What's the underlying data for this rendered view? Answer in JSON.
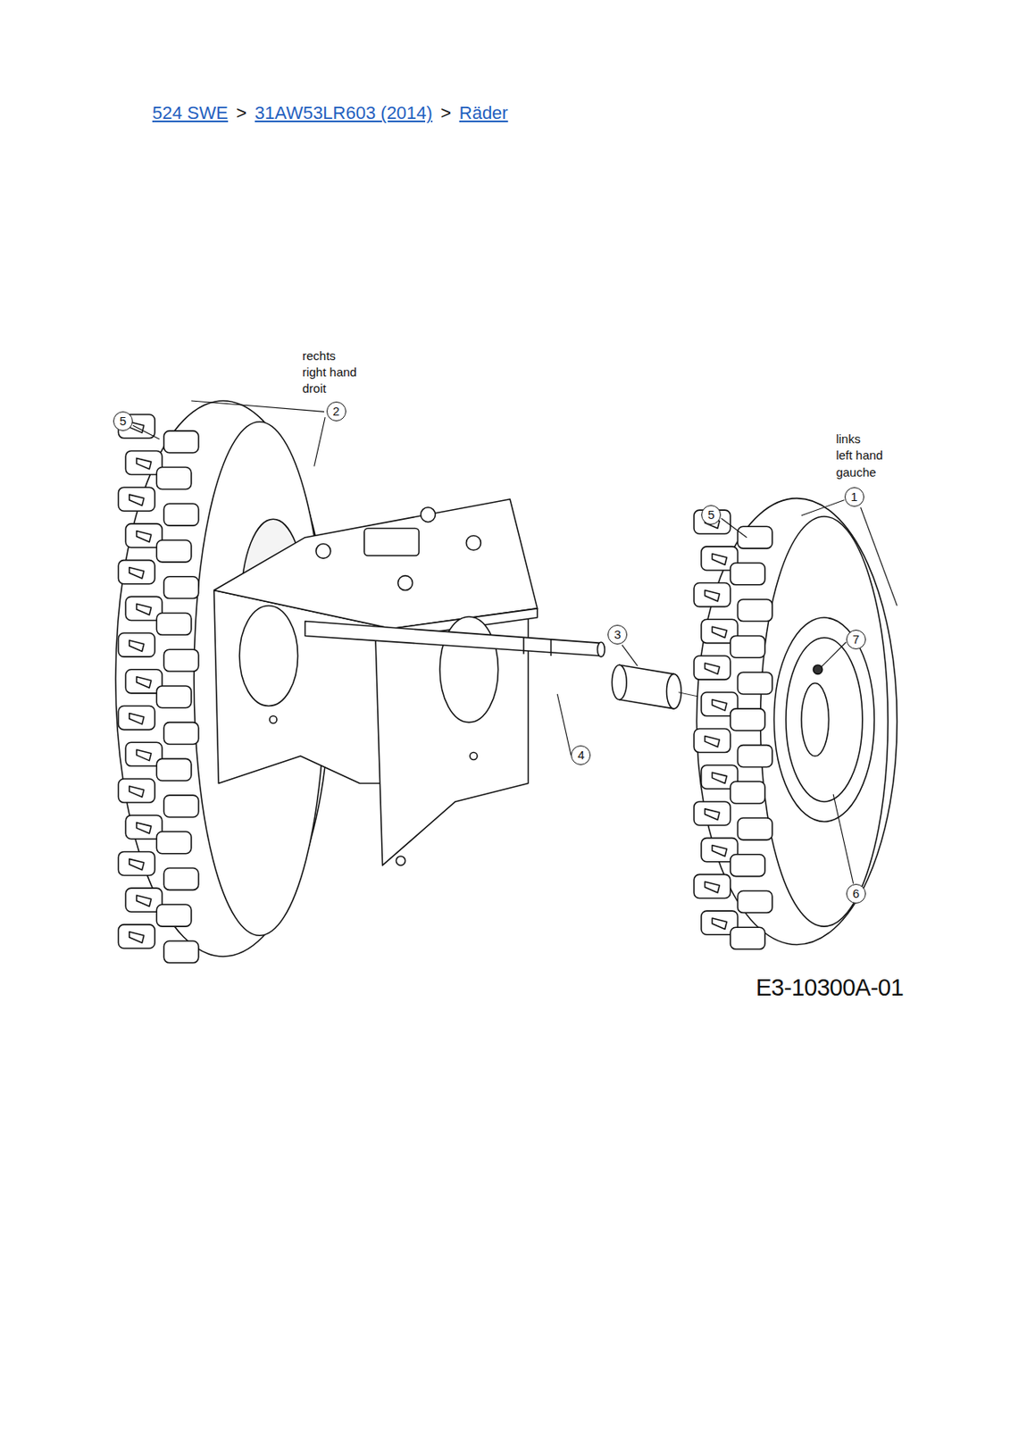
{
  "diagram": {
    "labels": [
      "524 SWE",
      ">",
      "31AW53LR603 (2014)",
      ">",
      "Räder",
      "rechts",
      "right hand",
      "droit",
      "2",
      "5",
      "links",
      "left hand",
      "gauche",
      "1",
      "5",
      "7",
      "3",
      "4",
      "6",
      "E3-10300A-01"
    ]
  }
}
